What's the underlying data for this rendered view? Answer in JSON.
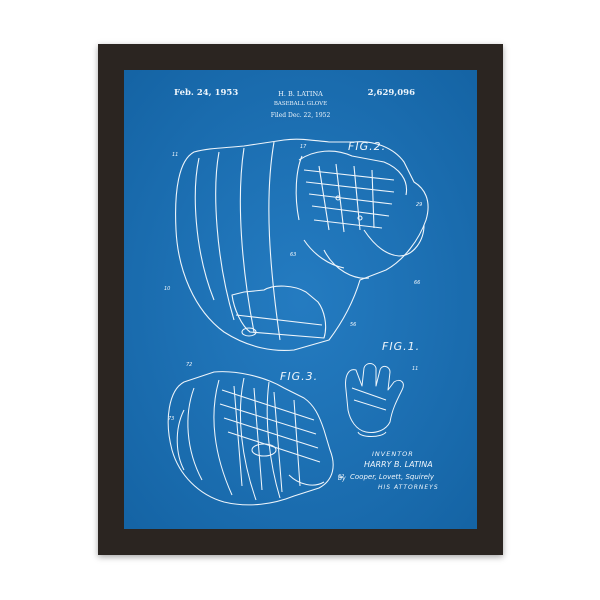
{
  "patent": {
    "date": "Feb. 24, 1953",
    "inventor_header": "H. B. LATINA",
    "title": "BASEBALL GLOVE",
    "filed": "Filed Dec. 22, 1952",
    "number": "2,629,096"
  },
  "figures": {
    "fig2": "FIG.2.",
    "fig1": "FIG.1.",
    "fig3": "FIG.3."
  },
  "signature": {
    "inventor_label": "INVENTOR",
    "inventor_name": "HARRY B. LATINA",
    "by": "By",
    "attorney_signature": "Cooper, Lovett, Squirely",
    "attorneys_label": "HIS ATTORNEYS"
  },
  "colors": {
    "frame": "#2b2521",
    "blueprint": "#1d72b8",
    "line": "#eef5fb"
  }
}
